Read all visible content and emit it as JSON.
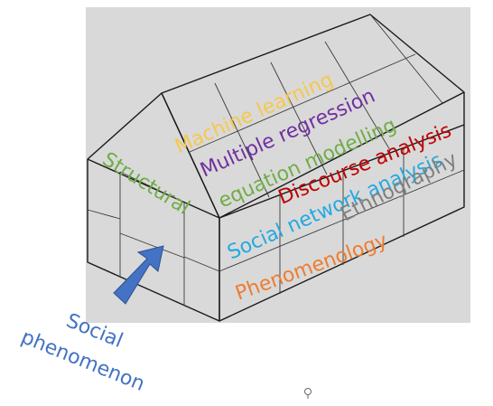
{
  "labels": {
    "machine_learning": "Machine learning",
    "multiple_regression": "Multiple regression",
    "structural": "Structural",
    "equation_modelling": "equation modelling",
    "discourse_analysis": "Discourse analysis",
    "social_network_analysis": "Social network analysis",
    "ethnography": "Ethnography",
    "phenomenology": "Phenomenology",
    "social": "Social",
    "phenomenon": "phenomenon"
  },
  "colors": {
    "machine_learning": "#f5c84e",
    "multiple_regression": "#7030a0",
    "structural_equation": "#70ad47",
    "discourse_analysis": "#c00000",
    "social_network_analysis": "#24a9e1",
    "ethnography": "#7f7f7f",
    "phenomenology": "#ed7d31",
    "social_phenomenon": "#4472c4",
    "arrow": "#4472c4",
    "background_panel": "#d9d9d9",
    "outline": "#1a1a1a"
  },
  "icons": {
    "cursor": "pin-cursor-icon"
  }
}
